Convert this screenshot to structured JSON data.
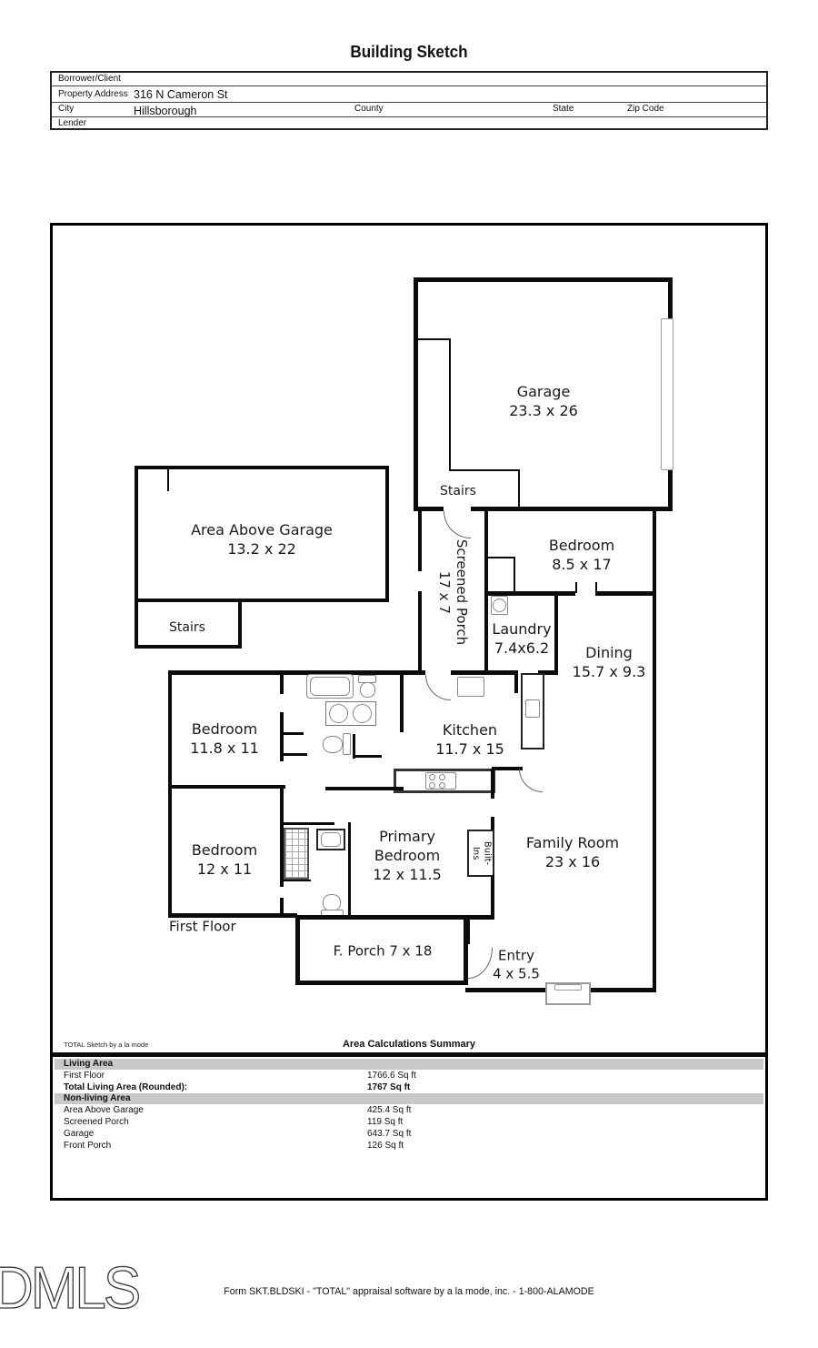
{
  "title": "Building Sketch",
  "form": {
    "borrower_label": "Borrower/Client",
    "property_address_label": "Property Address",
    "property_address_value": "316 N Cameron St",
    "city_label": "City",
    "city_value": "Hillsborough",
    "county_label": "County",
    "state_label": "State",
    "zip_label": "Zip Code",
    "lender_label": "Lender"
  },
  "plan": {
    "rooms": {
      "garage": {
        "name": "Garage",
        "dims": "23.3 x 26"
      },
      "garage_stairs": {
        "name": "Stairs"
      },
      "area_above_garage": {
        "name": "Area Above Garage",
        "dims": "13.2 x 22"
      },
      "aag_stairs": {
        "name": "Stairs"
      },
      "screened_porch": {
        "name": "Screened Porch",
        "dims": "17 x 7"
      },
      "bedroom1": {
        "name": "Bedroom",
        "dims": "8.5 x 17"
      },
      "laundry": {
        "name": "Laundry",
        "dims": "7.4x6.2"
      },
      "dining": {
        "name": "Dining",
        "dims": "15.7 x 9.3"
      },
      "bedroom2": {
        "name": "Bedroom",
        "dims": "11.8 x 11"
      },
      "kitchen": {
        "name": "Kitchen",
        "dims": "11.7 x 15"
      },
      "bedroom3": {
        "name": "Bedroom",
        "dims": "12 x 11"
      },
      "primary_bedroom": {
        "name": "Primary Bedroom",
        "dims": "12 x 11.5",
        "line1": "Primary",
        "line2": "Bedroom"
      },
      "built_ins": {
        "line1": "Built-",
        "line2": "Ins"
      },
      "family_room": {
        "name": "Family Room",
        "dims": "23 x 16"
      },
      "first_floor": {
        "name": "First Floor"
      },
      "f_porch": {
        "name": "F. Porch 7 x 18"
      },
      "entry": {
        "name": "Entry",
        "dims": "4 x 5.5"
      }
    }
  },
  "summary": {
    "sketch_by": "TOTAL Sketch by a la mode",
    "title": "Area Calculations Summary",
    "living_header": "Living Area",
    "nonliving_header": "Non-living Area",
    "rows": {
      "first_floor": {
        "label": "First Floor",
        "value": "1766.6 Sq ft"
      },
      "total": {
        "label": "Total Living Area (Rounded):",
        "value": "1767 Sq ft"
      },
      "area_above_garage": {
        "label": "Area Above Garage",
        "value": "425.4 Sq ft"
      },
      "screened_porch": {
        "label": "Screened Porch",
        "value": "119 Sq ft"
      },
      "garage": {
        "label": "Garage",
        "value": "643.7 Sq ft"
      },
      "front_porch": {
        "label": "Front Porch",
        "value": "126 Sq ft"
      }
    }
  },
  "footer": {
    "logo": "DMLS",
    "form_line": "Form SKT.BLDSKI - \"TOTAL\" appraisal software by a la mode, inc. - 1-800-ALAMODE"
  }
}
